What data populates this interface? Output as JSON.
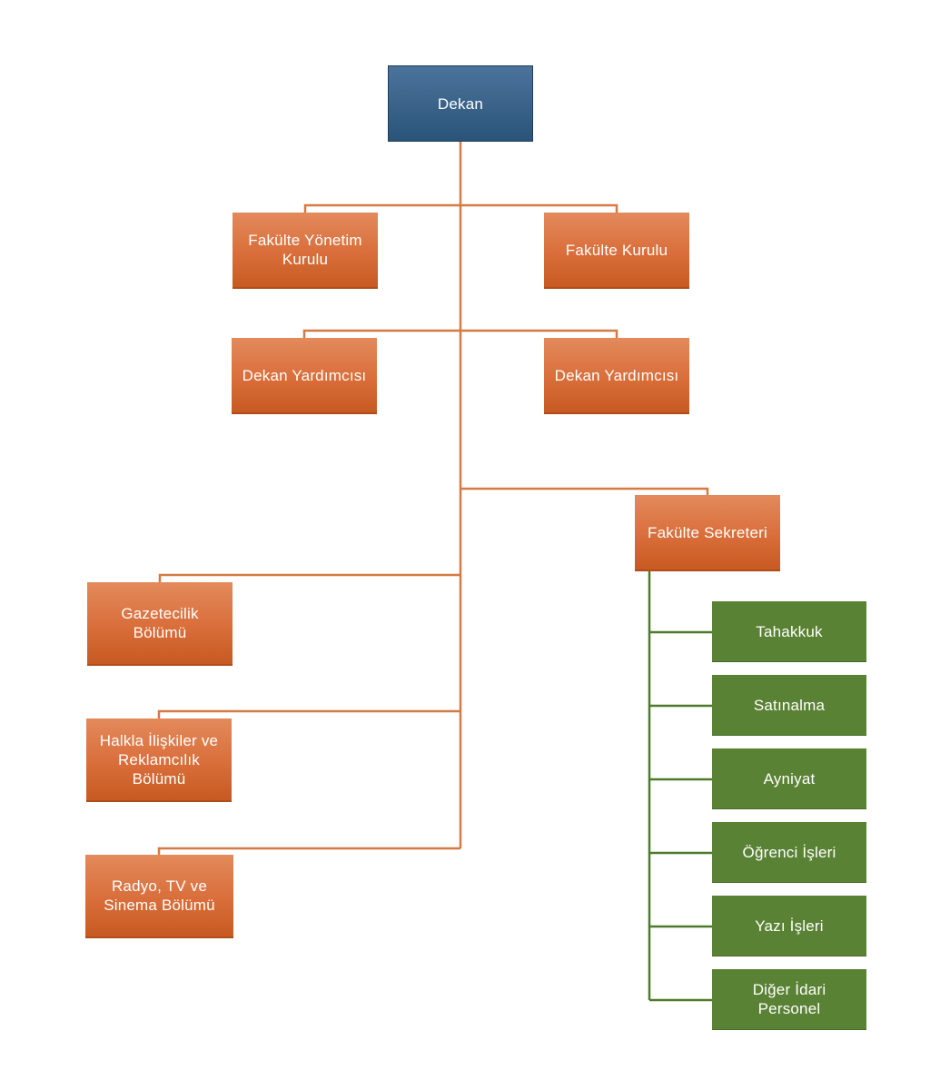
{
  "colors": {
    "dekan": "#36628b",
    "orange_box": "#d96e3a",
    "green_box": "#5a8234",
    "orange_line": "#d67a43",
    "green_line": "#4e7a2c"
  },
  "nodes": {
    "dekan": "Dekan",
    "fakulte_yonetim_kurulu": "Fakülte Yönetim\nKurulu",
    "fakulte_kurulu": "Fakülte Kurulu",
    "dekan_yardimcisi_1": "Dekan Yardımcısı",
    "dekan_yardimcisi_2": "Dekan Yardımcısı",
    "fakulte_sekreteri": "Fakülte Sekreteri",
    "gazetecilik": "Gazetecilik\nBölümü",
    "halkla_iliskiler": "Halkla İlişkiler ve\nReklamcılık\nBölümü",
    "radyo_tv": "Radyo, TV ve\nSinema Bölümü",
    "tahakkuk": "Tahakkuk",
    "satinalma": "Satınalma",
    "ayniyat": "Ayniyat",
    "ogrenci_isleri": "Öğrenci İşleri",
    "yazi_isleri": "Yazı İşleri",
    "diger_idari_personel": "Diğer İdari\nPersonel"
  }
}
